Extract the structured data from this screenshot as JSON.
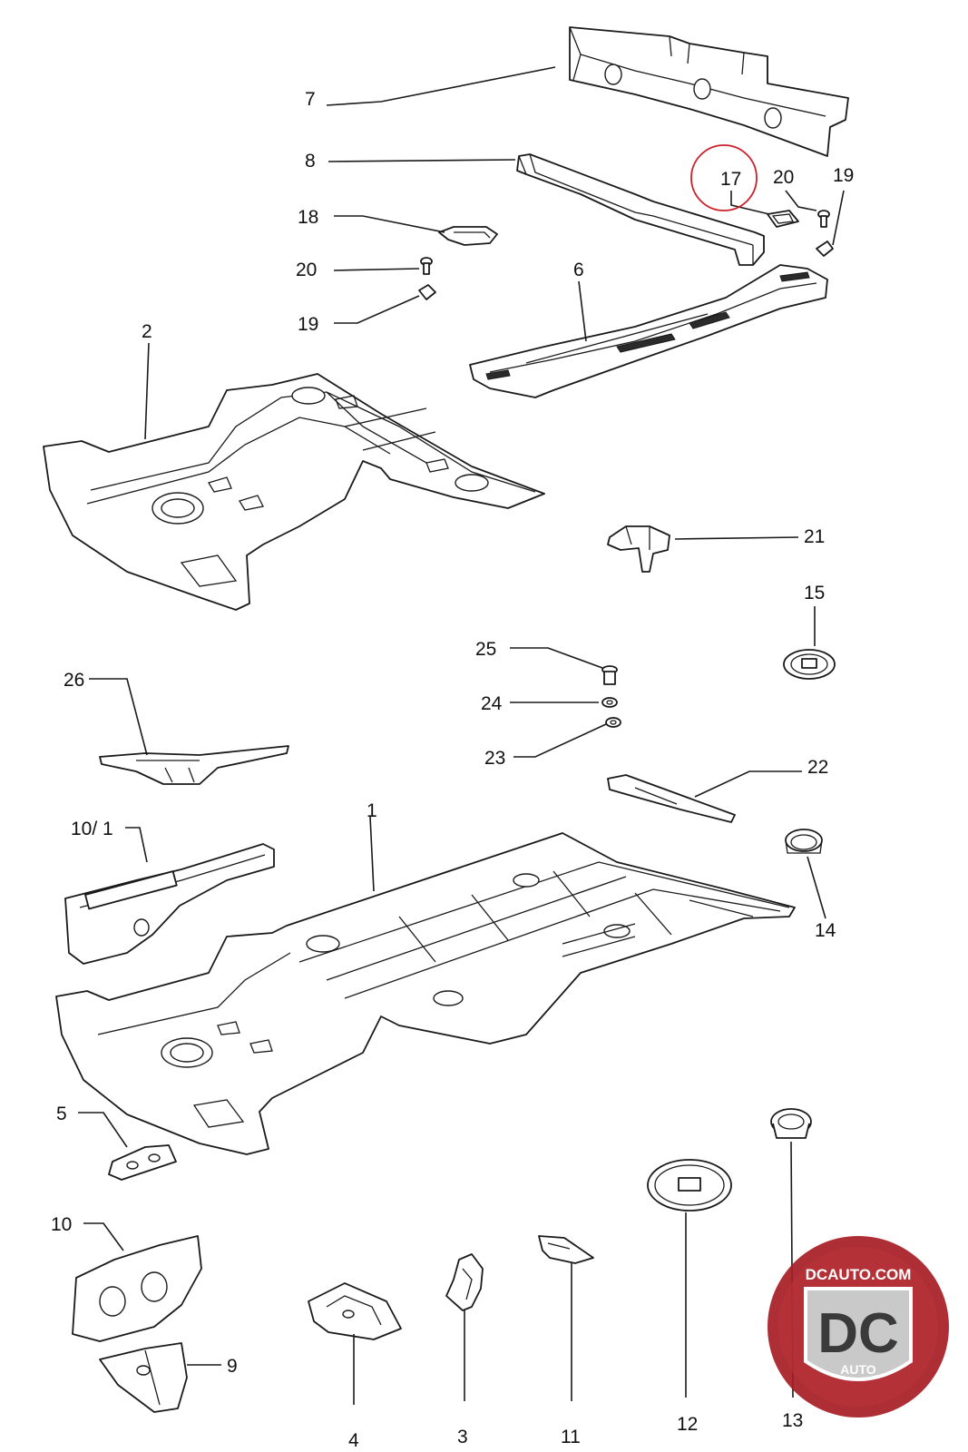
{
  "callouts": [
    {
      "id": "7",
      "text": "7"
    },
    {
      "id": "8",
      "text": "8"
    },
    {
      "id": "17",
      "text": "17"
    },
    {
      "id": "20a",
      "text": "20"
    },
    {
      "id": "19a",
      "text": "19"
    },
    {
      "id": "18",
      "text": "18"
    },
    {
      "id": "20b",
      "text": "20"
    },
    {
      "id": "19b",
      "text": "19"
    },
    {
      "id": "6",
      "text": "6"
    },
    {
      "id": "2",
      "text": "2"
    },
    {
      "id": "21",
      "text": "21"
    },
    {
      "id": "15",
      "text": "15"
    },
    {
      "id": "25",
      "text": "25"
    },
    {
      "id": "24",
      "text": "24"
    },
    {
      "id": "23",
      "text": "23"
    },
    {
      "id": "26",
      "text": "26"
    },
    {
      "id": "22",
      "text": "22"
    },
    {
      "id": "10-1",
      "text": "10/ 1"
    },
    {
      "id": "1",
      "text": "1"
    },
    {
      "id": "14",
      "text": "14"
    },
    {
      "id": "5",
      "text": "5"
    },
    {
      "id": "13",
      "text": "13"
    },
    {
      "id": "12",
      "text": "12"
    },
    {
      "id": "10",
      "text": "10"
    },
    {
      "id": "11",
      "text": "11"
    },
    {
      "id": "3",
      "text": "3"
    },
    {
      "id": "4",
      "text": "4"
    },
    {
      "id": "9",
      "text": "9"
    }
  ],
  "highlight": {
    "callout": "17",
    "color": "#cc1f2a"
  },
  "logo": {
    "url_text": "DCAUTO.COM",
    "letters": "DC",
    "subtext": "AUTO",
    "colors": {
      "ring": "#a71c24",
      "badge": "#c9c9c9",
      "letters": "#3a3a3a"
    }
  }
}
